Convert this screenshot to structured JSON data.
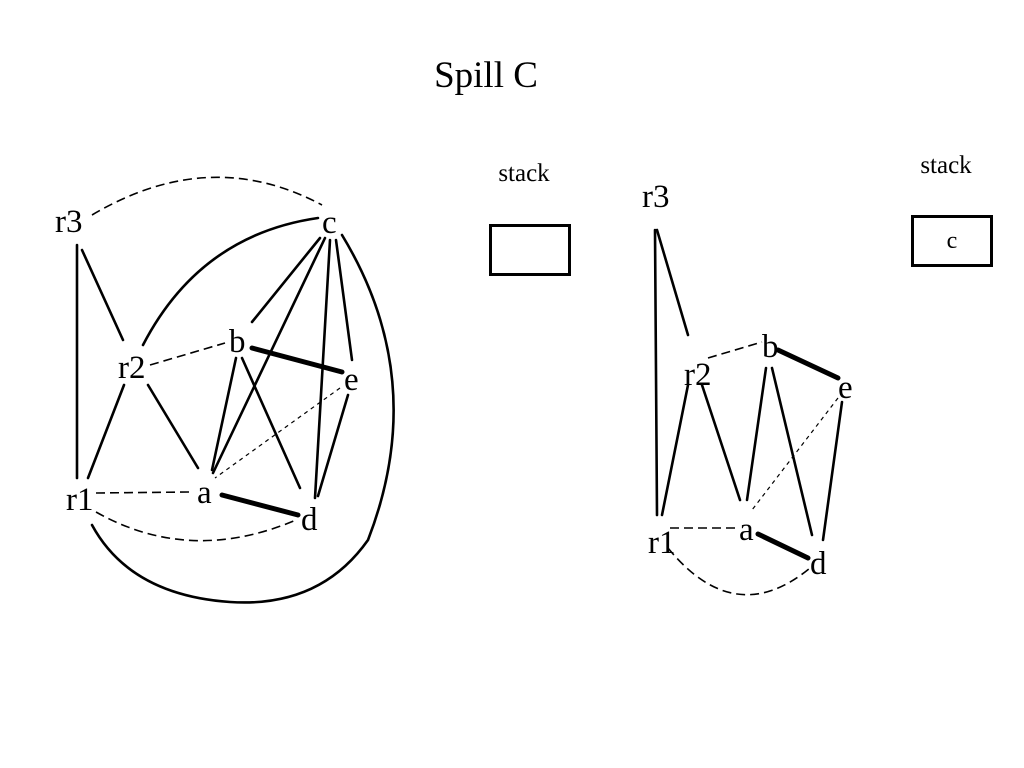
{
  "title": "Spill C",
  "left_panel": {
    "stack_label": "stack",
    "stack_contents": "",
    "nodes": {
      "r3": "r3",
      "c": "c",
      "r2": "r2",
      "b": "b",
      "e": "e",
      "r1": "r1",
      "a": "a",
      "d": "d"
    }
  },
  "right_panel": {
    "stack_label": "stack",
    "stack_contents": "c",
    "nodes": {
      "r3": "r3",
      "r2": "r2",
      "b": "b",
      "e": "e",
      "r1": "r1",
      "a": "a",
      "d": "d"
    }
  }
}
